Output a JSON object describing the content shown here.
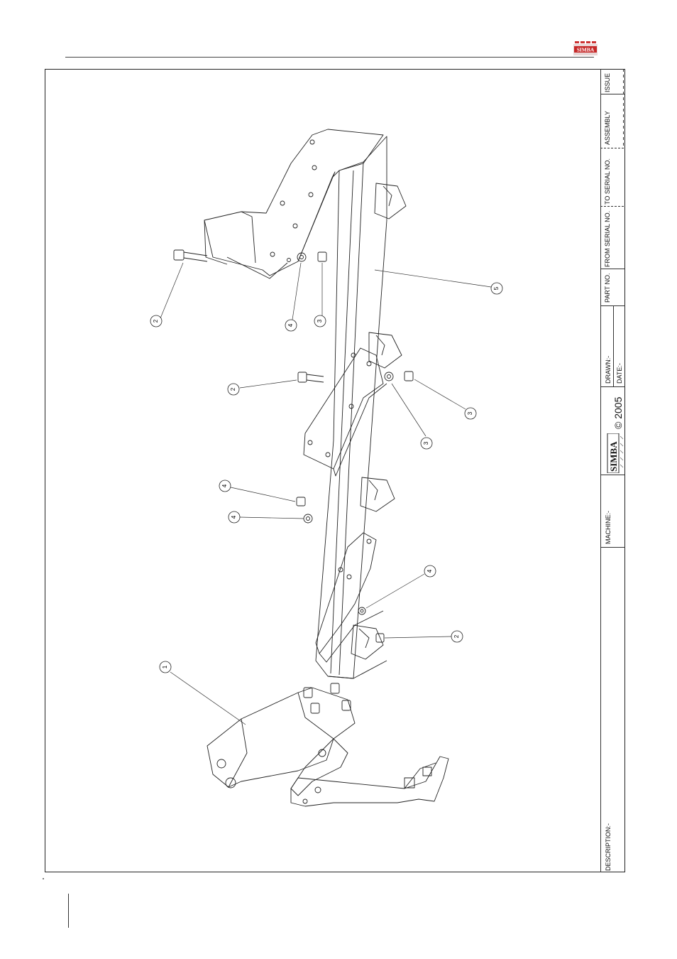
{
  "header": {
    "brand_logo_text": "SIMBA"
  },
  "title_block": {
    "labels": {
      "issue": "ISSUE",
      "assembly": "ASSEMBLY",
      "to_serial": "TO SERIAL NO.",
      "from_serial": "FROM SERIAL NO.",
      "part_no": "PART NO.",
      "drawn": "DRAWN:-",
      "date": "DATE:-",
      "copyright": "© 2005",
      "brand": "SIMBA",
      "machine": "MACHINE:-",
      "description": "DESCRIPTION:-"
    }
  },
  "callouts": [
    {
      "id": "c1",
      "label": "2"
    },
    {
      "id": "c2",
      "label": "4"
    },
    {
      "id": "c3",
      "label": "3"
    },
    {
      "id": "c4",
      "label": "5"
    },
    {
      "id": "c5",
      "label": "2"
    },
    {
      "id": "c6",
      "label": "3"
    },
    {
      "id": "c7",
      "label": "4"
    },
    {
      "id": "c8",
      "label": "3"
    },
    {
      "id": "c9",
      "label": "4"
    },
    {
      "id": "c10",
      "label": "4"
    },
    {
      "id": "c11",
      "label": "2"
    },
    {
      "id": "c12",
      "label": "1"
    }
  ]
}
